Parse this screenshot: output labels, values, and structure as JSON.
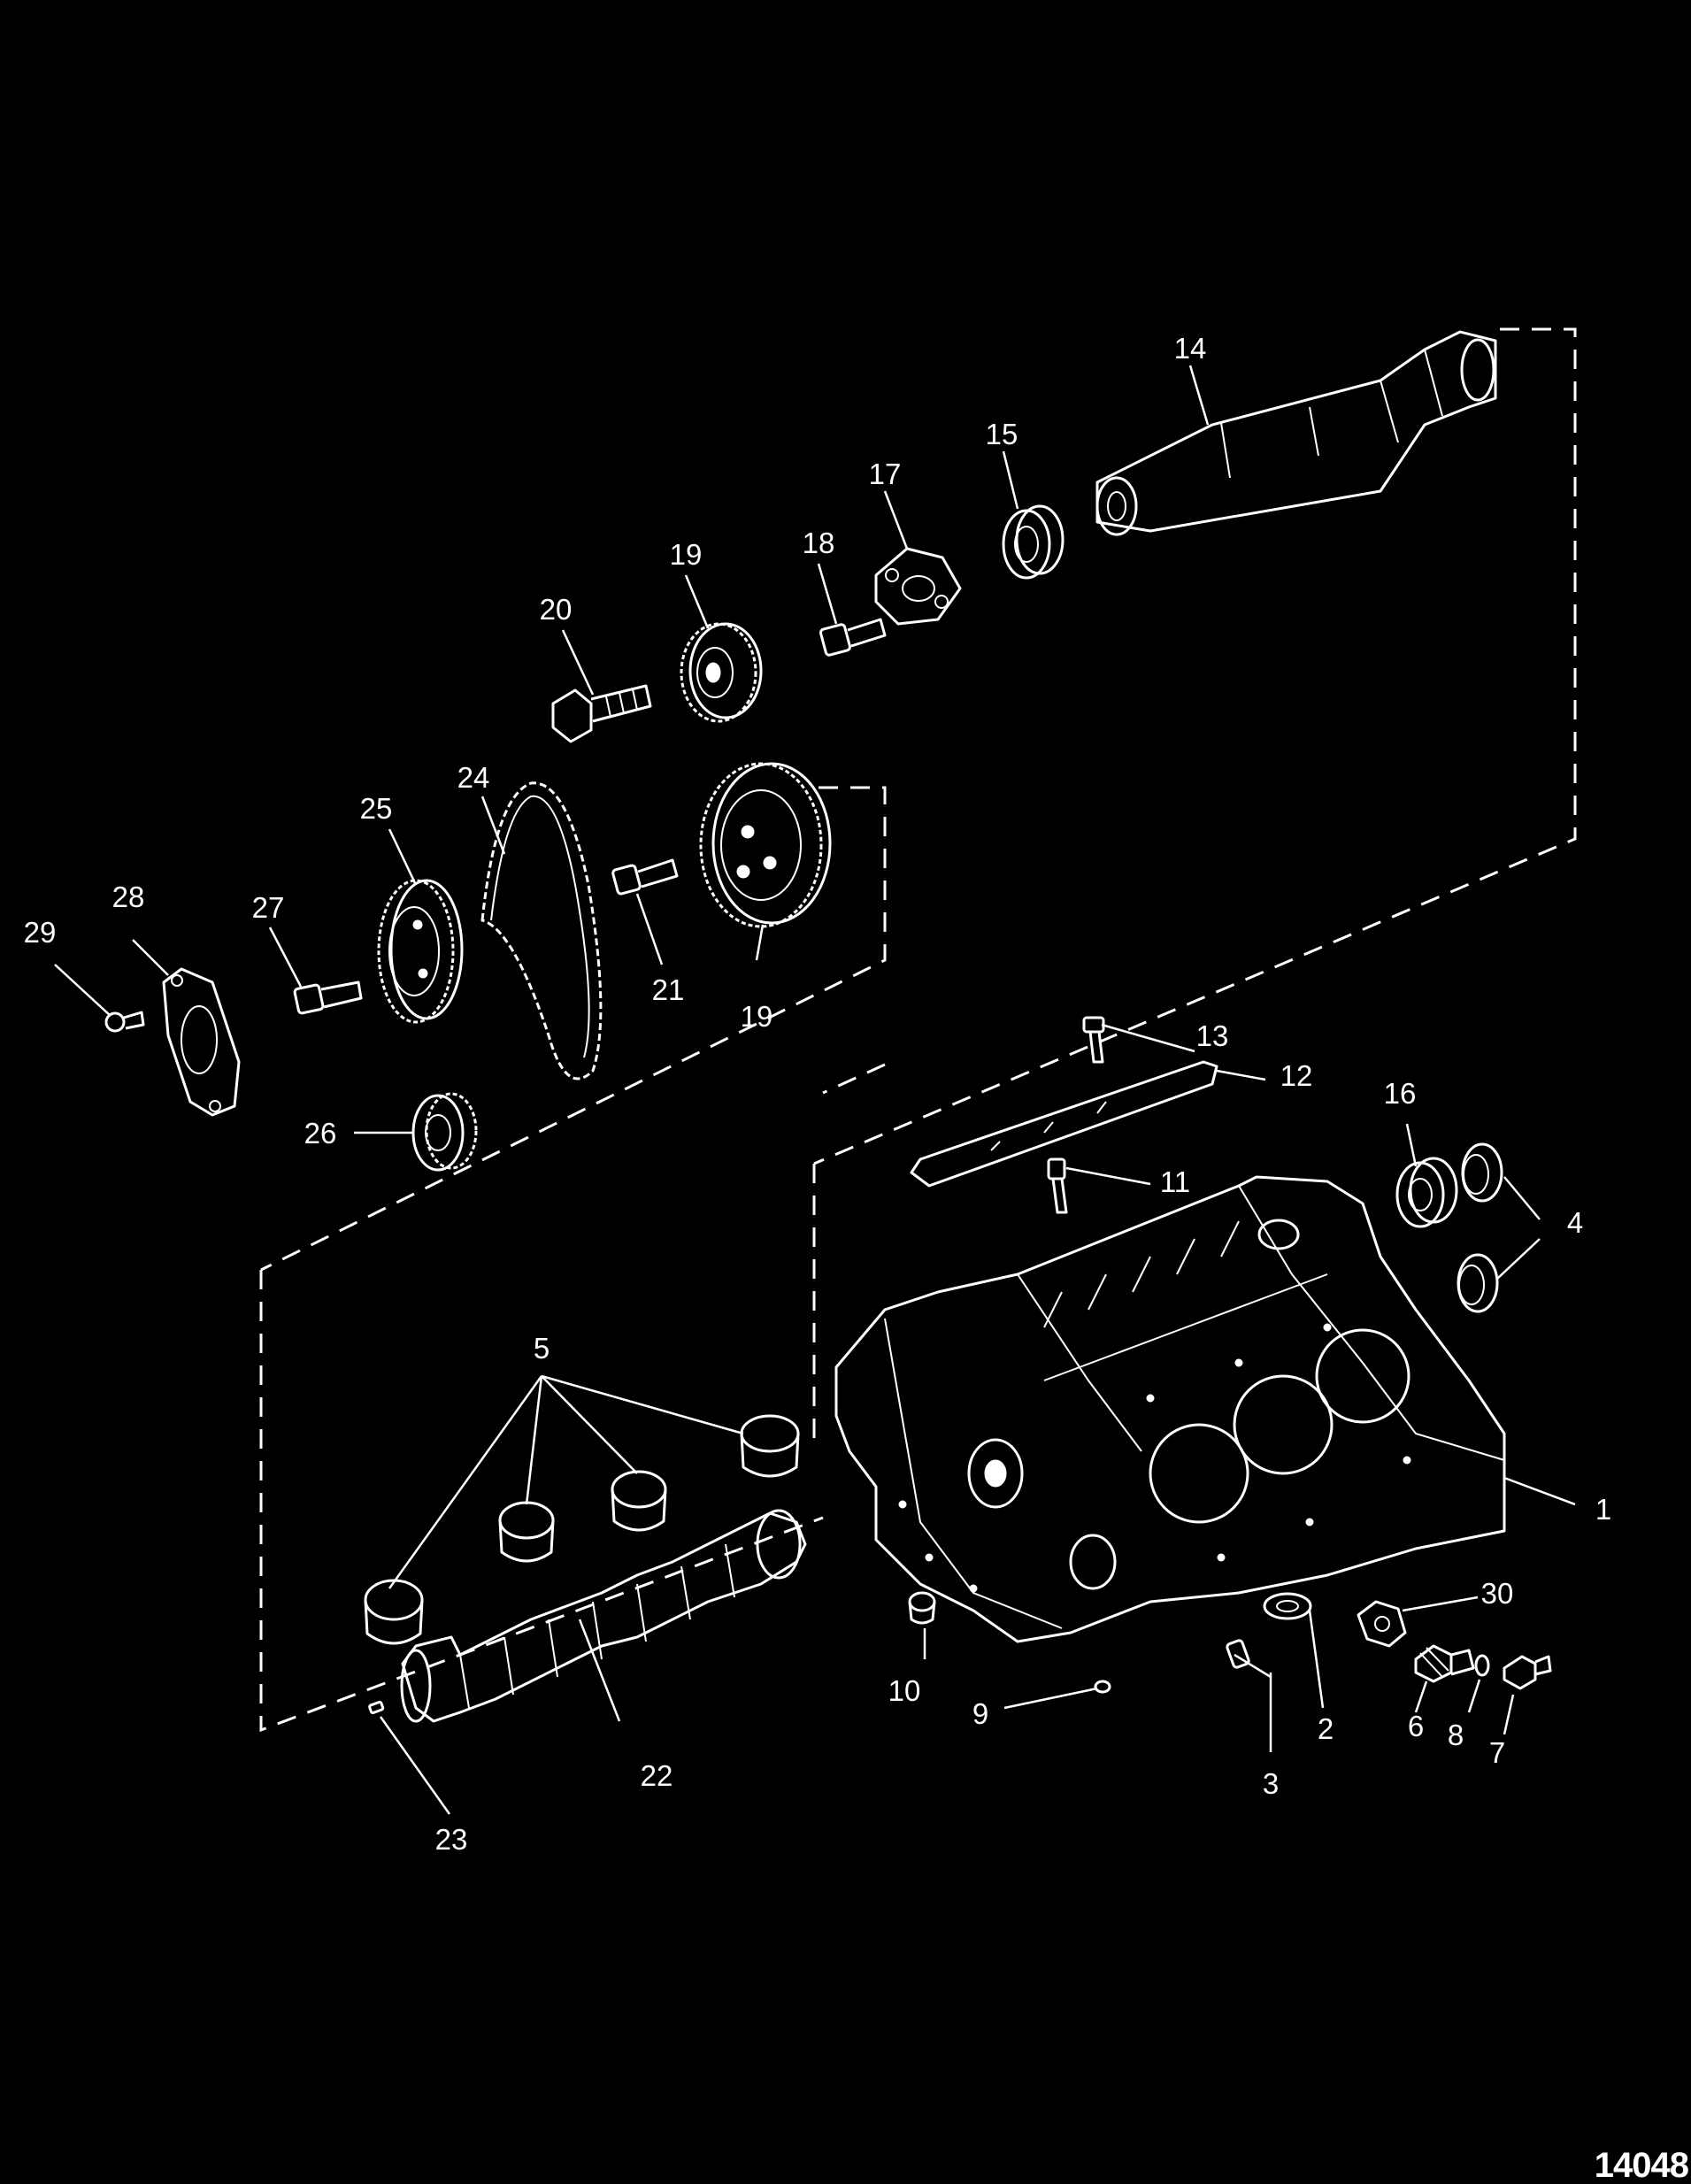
{
  "figure_id": "14048",
  "callouts": {
    "c1": "1",
    "c2": "2",
    "c3": "3",
    "c4": "4",
    "c5": "5",
    "c6": "6",
    "c7": "7",
    "c8": "8",
    "c9": "9",
    "c10": "10",
    "c11": "11",
    "c12": "12",
    "c13": "13",
    "c14": "14",
    "c15": "15",
    "c16": "16",
    "c17": "17",
    "c18": "18",
    "c19a": "19",
    "c19b": "19",
    "c20": "20",
    "c21": "21",
    "c22": "22",
    "c23": "23",
    "c24": "24",
    "c25": "25",
    "c26": "26",
    "c27": "27",
    "c28": "28",
    "c29": "29",
    "c30": "30"
  }
}
